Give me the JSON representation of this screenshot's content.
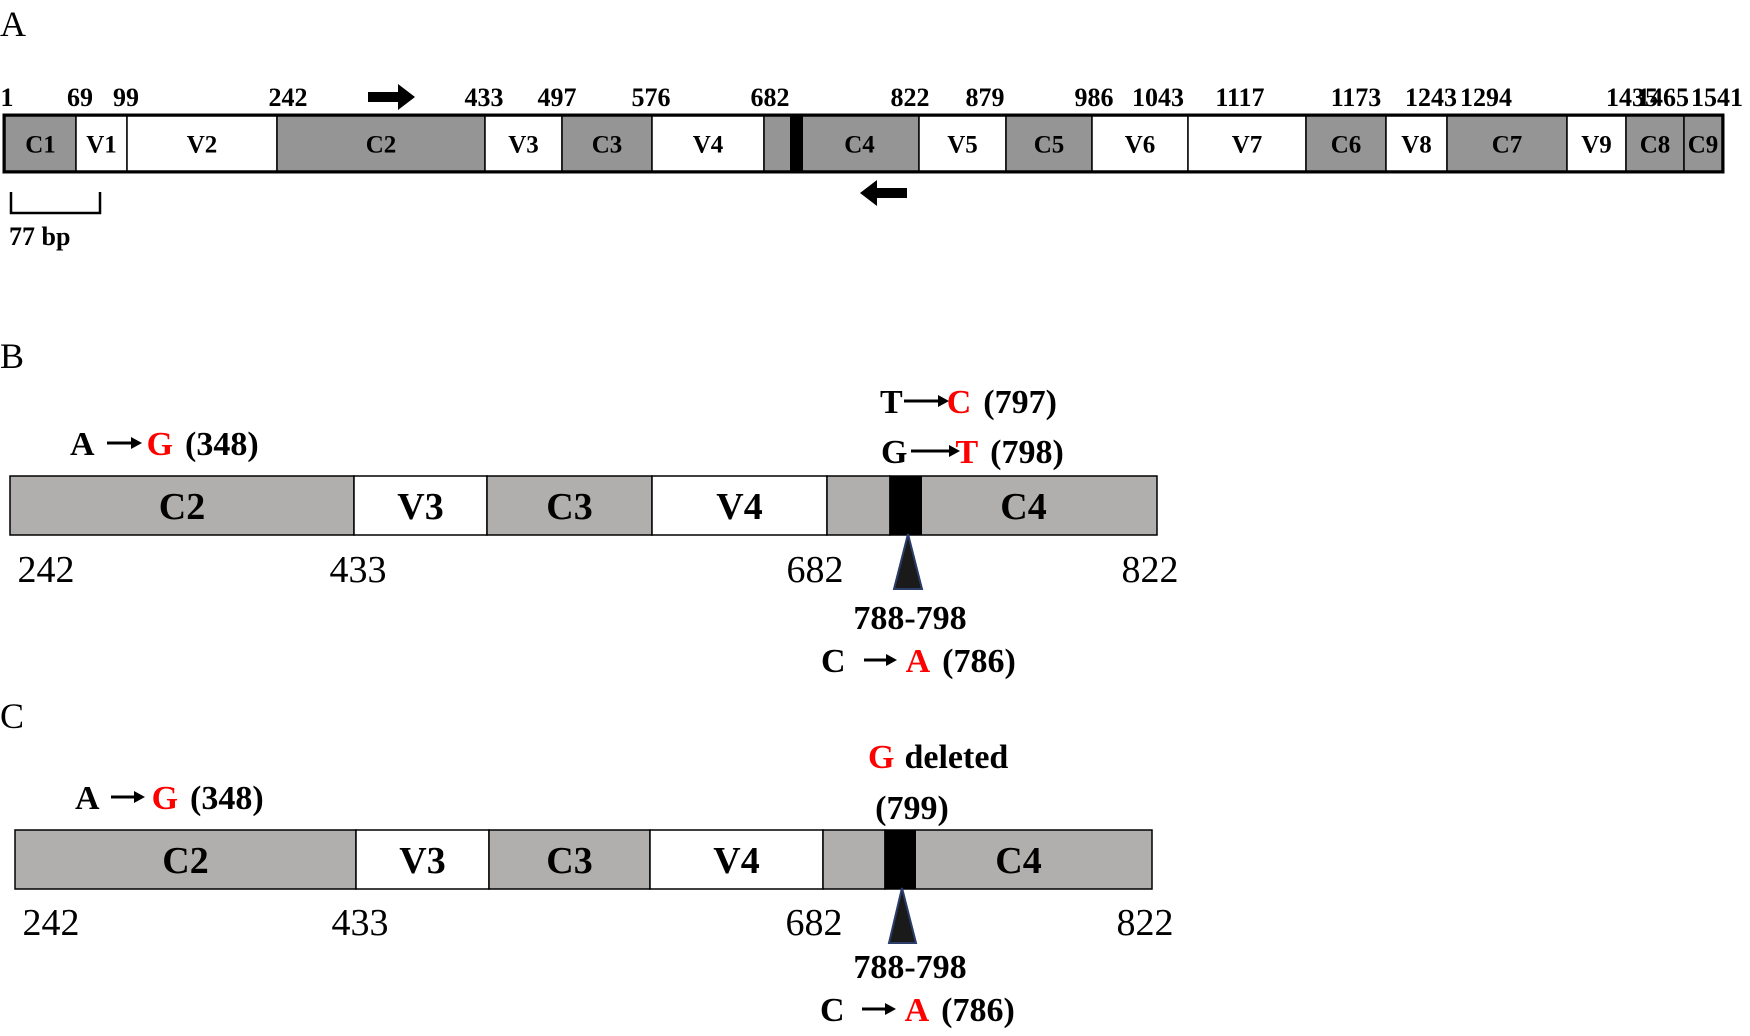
{
  "colors": {
    "constant": "#959595",
    "constant_bc": "#b1aeae",
    "variable": "#ffffff",
    "outline": "#000000",
    "mutation": "#ff0000",
    "marker": "#000000"
  },
  "panel_a": {
    "letter": "A",
    "positions": [
      "1",
      "69",
      "99",
      "242",
      "433",
      "497",
      "576",
      "682",
      "822",
      "879",
      "986",
      "1043",
      "1117",
      "1173",
      "1243",
      "1294",
      "1435",
      "1465",
      "1541"
    ],
    "regions": [
      {
        "label": "C1",
        "kind": "constant"
      },
      {
        "label": "V1",
        "kind": "variable"
      },
      {
        "label": "V2",
        "kind": "variable"
      },
      {
        "label": "C2",
        "kind": "constant"
      },
      {
        "label": "V3",
        "kind": "variable"
      },
      {
        "label": "C3",
        "kind": "constant"
      },
      {
        "label": "V4",
        "kind": "variable"
      },
      {
        "label": "",
        "kind": "constant"
      },
      {
        "label": "C4",
        "kind": "constant"
      },
      {
        "label": "V5",
        "kind": "variable"
      },
      {
        "label": "C5",
        "kind": "constant"
      },
      {
        "label": "V6",
        "kind": "variable"
      },
      {
        "label": "V7",
        "kind": "variable"
      },
      {
        "label": "C6",
        "kind": "constant"
      },
      {
        "label": "V8",
        "kind": "variable"
      },
      {
        "label": "C7",
        "kind": "constant"
      },
      {
        "label": "V9",
        "kind": "variable"
      },
      {
        "label": "C8",
        "kind": "constant"
      },
      {
        "label": "C9",
        "kind": "constant"
      }
    ],
    "scale_label": "77 bp",
    "forward_primer_icon": "right-arrow-icon",
    "reverse_primer_icon": "left-arrow-icon"
  },
  "panel_b": {
    "letter": "B",
    "regions": [
      {
        "label": "C2",
        "kind": "constant"
      },
      {
        "label": "V3",
        "kind": "variable"
      },
      {
        "label": "C3",
        "kind": "constant"
      },
      {
        "label": "V4",
        "kind": "variable"
      },
      {
        "label": "",
        "kind": "constant"
      },
      {
        "label": "C4",
        "kind": "constant"
      }
    ],
    "positions": [
      "242",
      "433",
      "682",
      "822"
    ],
    "mutation_348": {
      "from": "A",
      "to": "G",
      "pos": "(348)"
    },
    "mutation_797": {
      "from": "T",
      "to": "C",
      "pos": "(797)"
    },
    "mutation_798": {
      "from": "G",
      "to": "T",
      "pos": "(798)"
    },
    "block_range": "788-798",
    "mutation_786": {
      "from": "C",
      "to": "A",
      "pos": "(786)"
    }
  },
  "panel_c": {
    "letter": "C",
    "regions": [
      {
        "label": "C2",
        "kind": "constant"
      },
      {
        "label": "V3",
        "kind": "variable"
      },
      {
        "label": "C3",
        "kind": "constant"
      },
      {
        "label": "V4",
        "kind": "variable"
      },
      {
        "label": "",
        "kind": "constant"
      },
      {
        "label": "C4",
        "kind": "constant"
      }
    ],
    "positions": [
      "242",
      "433",
      "682",
      "822"
    ],
    "mutation_348": {
      "from": "A",
      "to": "G",
      "pos": "(348)"
    },
    "deletion": {
      "base": "G",
      "word": "deleted",
      "pos": "(799)"
    },
    "block_range": "788-798",
    "mutation_786": {
      "from": "C",
      "to": "A",
      "pos": "(786)"
    }
  }
}
